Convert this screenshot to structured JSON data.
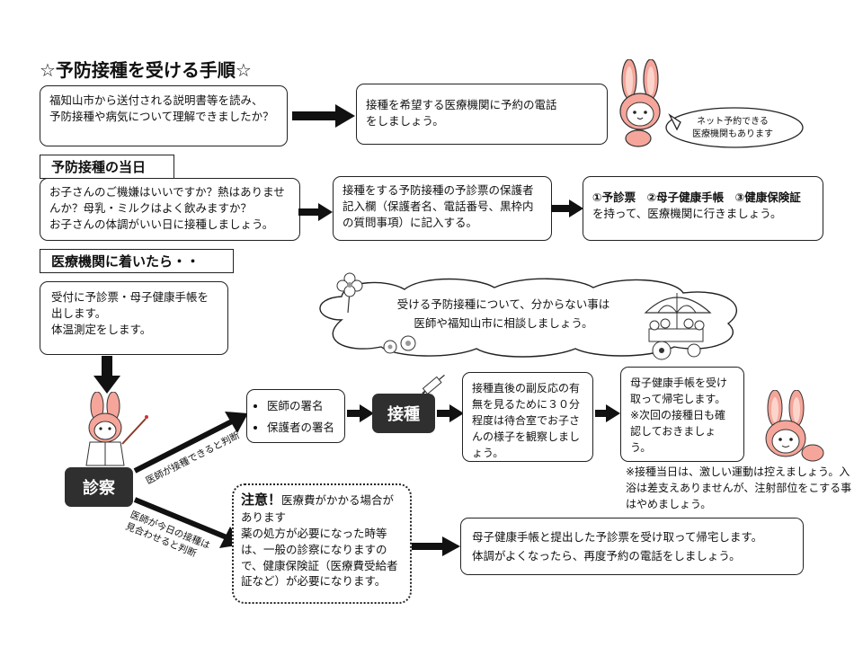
{
  "title": "☆予防接種を受ける手順☆",
  "prep": {
    "box1": "福知山市から送付される説明書等を読み、\n予防接種や病気について理解できましたか？",
    "box2": "接種を希望する医療機関に予約の電話\nをしましょう。",
    "bubble": "ネット予約できる\n医療機関もあります"
  },
  "day": {
    "header": "予防接種の当日",
    "box1": "お子さんのご機嫌はいいですか？熱はありませんか？母乳・ミルクはよく飲みますか？\nお子さんの体調がいい日に接種しましょう。",
    "box2": "接種をする予防接種の予診票の保護者記入欄（保護者名、電話番号、黒枠内の質問事項）に記入する。",
    "box3_line1": "①予診票　②母子健康手帳　③健康保険証",
    "box3_line2": "を持って、医療機関に行きましょう。"
  },
  "clinic": {
    "header": "医療機関に着いたら・・",
    "reception": "受付に予診票・母子健康手帳を出します。\n体温測定をします。",
    "cloud": "受ける予防接種について、分からない事は\n医師や福知山市に相談しましょう。",
    "exam": "診察",
    "ok_label": "医師が接種できると判断",
    "ng_label": "医師が今日の接種は\n見合わせると判断",
    "signatures": [
      "医師の署名",
      "保護者の署名"
    ],
    "vaccination": "接種",
    "observe": "接種直後の副反応の有無を見るために３０分程度は待合室でお子さんの様子を観察しましょう。",
    "go_home": "母子健康手帳を受け取って帰宅します。\n※次回の接種日も確認しておきましょう。",
    "after_note": "※接種当日は、激しい運動は控えましょう。入浴は差支えありませんが、注射部位をこする事はやめましょう。",
    "caution_head": "注意！",
    "caution_body": "医療費がかかる場合があります\n薬の処方が必要になった時等は、一般の診察になりますので、健康保険証（医療費受給者証など）が必要になります。",
    "postpone": "母子健康手帳と提出した予診票を受け取って帰宅します。\n体調がよくなったら、再度予約の電話をしましょう。"
  },
  "colors": {
    "bunny": "#f5a59a",
    "bunny_inner": "#fbd5cc",
    "dark": "#2f2f2f",
    "line": "#222222"
  },
  "icons": [
    "bunny-character-icon",
    "doctor-bunny-icon",
    "syringe-icon",
    "flower-icon",
    "flower-cart-icon"
  ]
}
